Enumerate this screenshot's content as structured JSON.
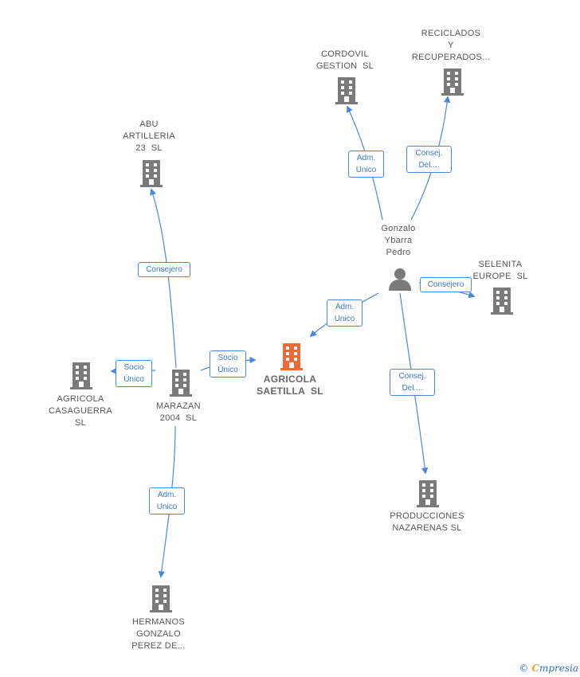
{
  "nodes": {
    "agricola_saetilla": {
      "lines": [
        "AGRICOLA",
        "SAETILLA  SL"
      ]
    },
    "marazan": {
      "lines": [
        "MARAZAN",
        "2004  SL"
      ]
    },
    "abu_artilleria": {
      "lines": [
        "ABU",
        "ARTILLERIA",
        "23  SL"
      ]
    },
    "agricola_casaguerra": {
      "lines": [
        "AGRICOLA",
        "CASAGUERRA",
        "SL"
      ]
    },
    "hermanos_gonzalo": {
      "lines": [
        "HERMANOS",
        "GONZALO",
        "PEREZ DE..."
      ]
    },
    "gonzalo_ybarra": {
      "lines": [
        "Gonzalo",
        "Ybarra",
        "Pedro"
      ]
    },
    "cordovil": {
      "lines": [
        "CORDOVIL",
        "GESTION  SL"
      ]
    },
    "reciclados": {
      "lines": [
        "RECICLADOS",
        "Y",
        "RECUPERADOS..."
      ]
    },
    "selenita": {
      "lines": [
        "SELENITA",
        "EUROPE  SL"
      ]
    },
    "producciones": {
      "lines": [
        "PRODUCCIONES",
        "NAZARENAS SL"
      ]
    }
  },
  "relations": {
    "consejero_abu": [
      "Consejero"
    ],
    "socio_casaguerra": [
      "Socio",
      "Único"
    ],
    "socio_saetilla": [
      "Socio",
      "Único"
    ],
    "adm_hermanos": [
      "Adm.",
      "Unico"
    ],
    "adm_saetilla": [
      "Adm.",
      "Unico"
    ],
    "adm_cordovil": [
      "Adm.",
      "Unico"
    ],
    "consej_reciclados": [
      "Consej.",
      "Del...."
    ],
    "consejero_selenita": [
      "Consejero"
    ],
    "consej_producciones": [
      "Consej.",
      "Del...."
    ]
  },
  "colors": {
    "company": "#7a7a7a",
    "focus_company": "#ee6a35",
    "edge": "#4a88d6",
    "label_text": "#555555"
  },
  "brand": {
    "copyright": "©",
    "initial": "C",
    "rest": "mpresia"
  }
}
